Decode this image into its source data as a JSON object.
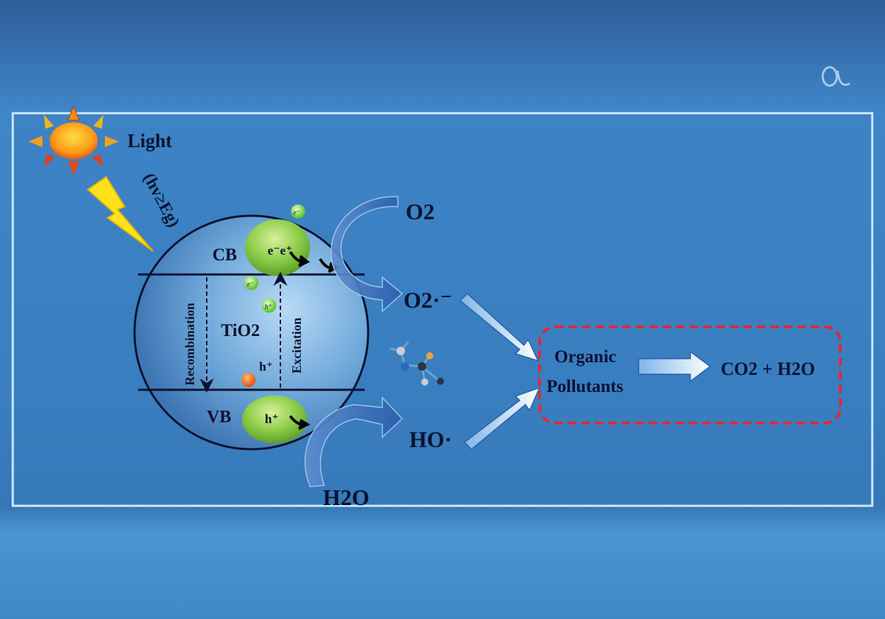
{
  "labels": {
    "light": "Light",
    "photon_condition": "(hv≥Eg)",
    "cb": "CB",
    "vb": "VB",
    "catalyst": "TiO2",
    "recombination": "Recombination",
    "excitation": "Excitation",
    "cb_particles": "e⁻e⁺",
    "vb_particle": "h⁺",
    "hole_free": "h⁺",
    "small_e1": "e⁻",
    "small_e2": "e⁻",
    "small_h": "h⁺",
    "oxygen": "O2",
    "superoxide": "O2·⁻",
    "water": "H2O",
    "hydroxyl": "HO·",
    "pollutant_line1": "Organic",
    "pollutant_line2": "Pollutants",
    "products": "CO2 + H2O"
  },
  "colors": {
    "frame": "#cfeaff",
    "particle_green": "#8fdc48",
    "hole_orange": "#f26a1f",
    "dashed_box": "#e0283a"
  }
}
